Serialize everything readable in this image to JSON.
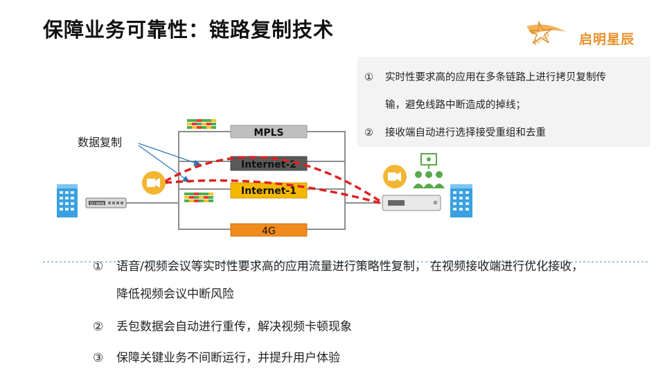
{
  "title": "保障业务可靠性：链路复制技术",
  "logo": {
    "text": "启明星辰",
    "sub": "Venus"
  },
  "notes": {
    "items": [
      {
        "num": "①",
        "line1": "实时性要求高的应用在多条链路上进行拷贝复制传",
        "line2": "输，避免线路中断造成的掉线；"
      },
      {
        "num": "②",
        "line1": "接收端自动进行选择接受重组和去重"
      }
    ]
  },
  "diagram": {
    "copy_label": "数据复制",
    "links": [
      {
        "label": "MPLS",
        "color": "#bfbfbf",
        "text_color": "#111111"
      },
      {
        "label": "Internet-2",
        "color": "#5a5a5a",
        "text_color": "#111111"
      },
      {
        "label": "Internet-1",
        "color": "#f5b800",
        "text_color": "#111111"
      },
      {
        "label": "4G",
        "color": "#f08a1c",
        "text_color": "#111111"
      }
    ],
    "device_label": "SD-WAN",
    "replication_color": "#e02020"
  },
  "bottom": {
    "items": [
      {
        "num": "①",
        "text": "语音/视频会议等实时性要求高的应用流量进行策略性复制，  在视频接收端进行优化接收，",
        "cont": "降低视频会议中断风险"
      },
      {
        "num": "②",
        "text": "丢包数据会自动进行重传，解决视频卡顿现象"
      },
      {
        "num": "③",
        "text": "保障关键业务不间断运行，并提升用户体验"
      }
    ]
  }
}
